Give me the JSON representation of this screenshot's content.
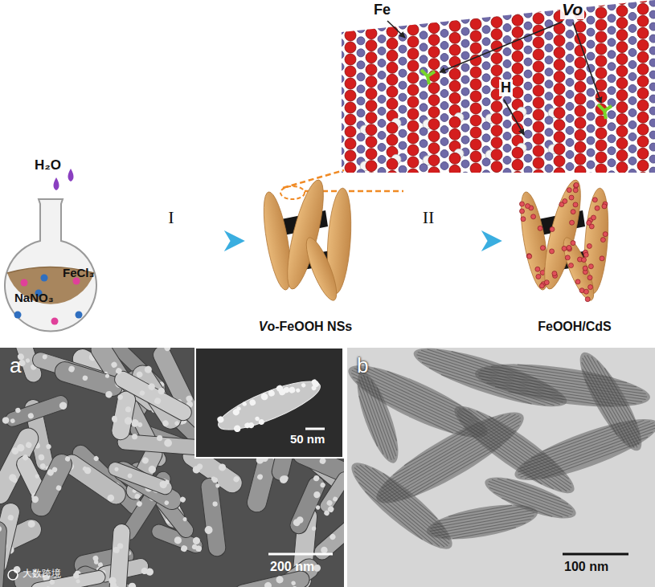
{
  "diagram": {
    "nodes": [
      {
        "text": [
          "H₂O",
          "NaNO₃",
          "FeCl₃"
        ]
      },
      {
        "text": [
          "Vo-FeOOH NSs"
        ]
      },
      {
        "text": [
          "FeOOH/CdS"
        ]
      },
      {
        "text": [
          "Fe",
          "Vo",
          "H"
        ]
      },
      {
        "text": [
          "a",
          "200 nm"
        ]
      },
      {
        "text": [
          "50 nm"
        ],
        "in": 4
      },
      {
        "text": [
          "b",
          "100 nm"
        ]
      }
    ],
    "edges": [
      {
        "from": 0,
        "to": 1,
        "arrow": "to",
        "label": "I"
      },
      {
        "from": 1,
        "to": 2,
        "arrow": "to",
        "label": "II"
      }
    ],
    "labels": [
      "大数跨境"
    ]
  }
}
